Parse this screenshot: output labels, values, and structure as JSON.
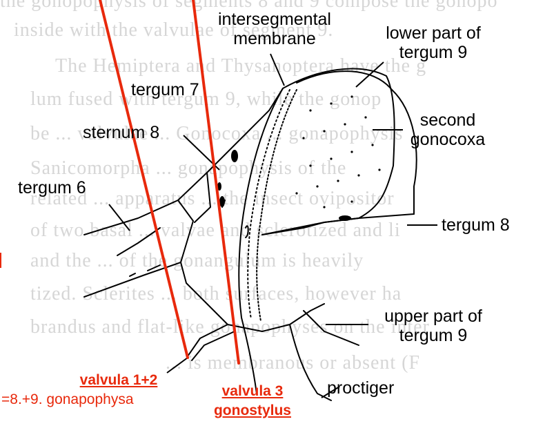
{
  "background_text": [
    "the gonopophysis of segments 8 and 9 compose the gonopo",
    "inside with the valvulae of segment 9.",
    "The Hemiptera and Thysanoptera have the g",
    "lum fused with tergum 9, while the gonop",
    "be ... valvulae ... Gonocoxa ... gonapophysis",
    "Sanicomorpha ... gonapophysis of the",
    "related ... apparatus ... the insect ovipositor",
    "of two basal ... valvae and sclerotized and li",
    "and the ... of the gonangulum is heavily",
    "tized. Sclerites ... both surfaces, however ha",
    "brandus and flat-like gonapophyses on the inter",
    "... is membranous or absent (F"
  ],
  "labels": {
    "intersegmental_membrane": [
      "intersegmental",
      "membrane"
    ],
    "lower_part_tergum9": [
      "lower part of",
      "tergum 9"
    ],
    "tergum7": "tergum 7",
    "sternum8": "sternum 8",
    "second_gonocoxa": [
      "second",
      "gonocoxa"
    ],
    "tergum6": "tergum 6",
    "tergum8": "tergum 8",
    "upper_part_tergum9": [
      "upper part of",
      "tergum 9"
    ],
    "proctiger": "proctiger"
  },
  "red_labels": {
    "valvula12": "valvula 1+2",
    "valvula12_sub": "=8.+9. gonapophysa",
    "valvula3": "valvula 3",
    "gonostylus": "gonostylus"
  },
  "colors": {
    "accent": "#e8290c",
    "ink": "#000000",
    "ghost": "#d6d6d6"
  }
}
